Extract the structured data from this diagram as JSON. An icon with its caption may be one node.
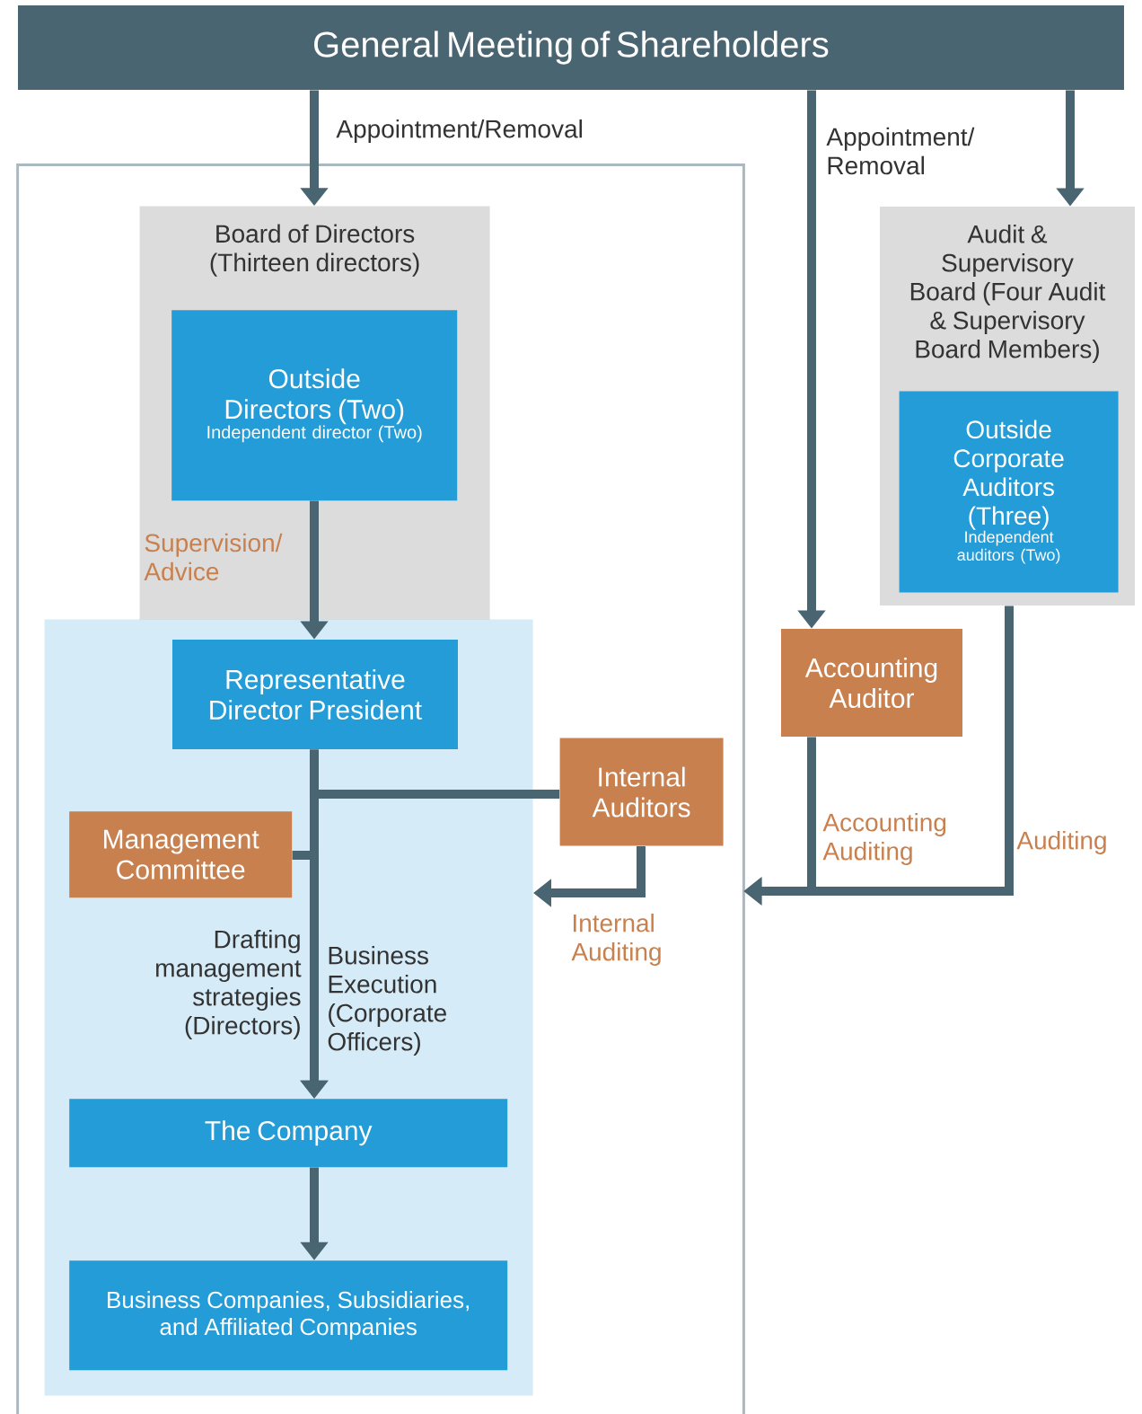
{
  "diagram": {
    "nodes": [
      {
        "text": [
          "General Meeting of Shareholders"
        ]
      },
      {
        "text": [],
        "shape": "box"
      },
      {
        "text": [
          "Board of Directors (Thirteen directors)"
        ],
        "in": 1
      },
      {
        "text": [
          "Outside Directors (Two)",
          "Independent director (Two)"
        ],
        "in": 2
      },
      {
        "text": [],
        "shape": "box",
        "in": 1
      },
      {
        "text": [
          "Representative Director President"
        ]
      },
      {
        "text": [
          "Internal Auditors"
        ],
        "in": 1
      },
      {
        "text": [
          "Management Committee"
        ],
        "in": 4
      },
      {
        "text": [
          "The Company"
        ],
        "in": 4
      },
      {
        "text": [
          "Business Companies, Subsidiaries, and Affiliated Companies"
        ],
        "in": 4
      },
      {
        "text": [
          "Audit & Supervisory Board (Four Audit & Supervisory Board Members)"
        ]
      },
      {
        "text": [
          "Outside Corporate Auditors (Three)",
          "Independent auditors (Two)"
        ],
        "in": 10
      },
      {
        "text": [
          "Accounting Auditor"
        ]
      }
    ],
    "edges": [
      {
        "from": 0,
        "to": 2,
        "arrow": "to",
        "label": "Appointment/Removal"
      },
      {
        "from": 0,
        "to": 12,
        "arrow": "to",
        "label": "Appointment/ Removal"
      },
      {
        "from": 0,
        "to": 10,
        "arrow": "to"
      },
      {
        "from": 3,
        "to": 5,
        "arrow": "to",
        "label": "Supervision/ Advice"
      },
      {
        "from": 5,
        "to": 6,
        "arrow": "none"
      },
      {
        "from": 7,
        "to": 8,
        "arrow": "to",
        "label": "Drafting management strategies (Directors)"
      },
      {
        "from": 5,
        "to": 8,
        "arrow": "to",
        "label": "Business Execution (Corporate Officers)"
      },
      {
        "from": 8,
        "to": 9,
        "arrow": "to"
      },
      {
        "from": 6,
        "to": 4,
        "arrow": "to",
        "label": "Internal Auditing"
      },
      {
        "from": 12,
        "to": 1,
        "arrow": "to",
        "label": "Accounting Auditing"
      },
      {
        "from": 10,
        "to": 1,
        "arrow": "to",
        "label": "Auditing"
      }
    ]
  }
}
